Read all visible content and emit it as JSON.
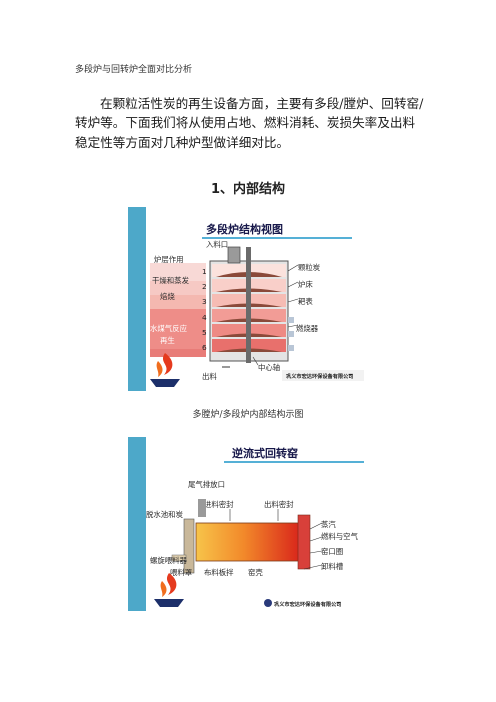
{
  "doc": {
    "header": "多段炉与回转炉全面对比分析",
    "intro": "在颗粒活性炭的再生设备方面，主要有多段/膛炉、回转窑/转炉等。下面我们将从使用占地、燃料消耗、炭损失率及出料稳定性等方面对几种炉型做详细对比。",
    "section_title": "1、内部结构",
    "caption1": "多膛炉/多段炉内部结构示图"
  },
  "fig1": {
    "title": "多段炉结构视图",
    "inlet": "入料口",
    "layers": "炉层作用",
    "dry": "干燥和蒸发",
    "bake": "焙烧",
    "steam": "水煤气反应",
    "regen": "再生",
    "numbers": [
      "1",
      "2",
      "3",
      "4",
      "5",
      "6"
    ],
    "granular": "颗粒炭",
    "hearth": "炉床",
    "rake": "耙表",
    "burner": "燃烧器",
    "shaft": "中心轴",
    "outlet": "出料",
    "company": "巩义市宏达环保设备有限公司"
  },
  "fig2": {
    "title": "逆流式回转窑",
    "exhaust": "尾气排放口",
    "feed_seal": "进料密封",
    "out_seal": "出料密封",
    "dewater": "脱水池和炭",
    "screw": "螺旋喂料器",
    "feed_cover": "喂料罩",
    "material_plate": "布料板拌",
    "kiln": "窑壳",
    "steam": "蒸汽",
    "fuel_air": "燃料与空气",
    "ring": "窑口圈",
    "discharge": "卸料槽",
    "company": "巩义市宏达环保设备有限公司"
  }
}
